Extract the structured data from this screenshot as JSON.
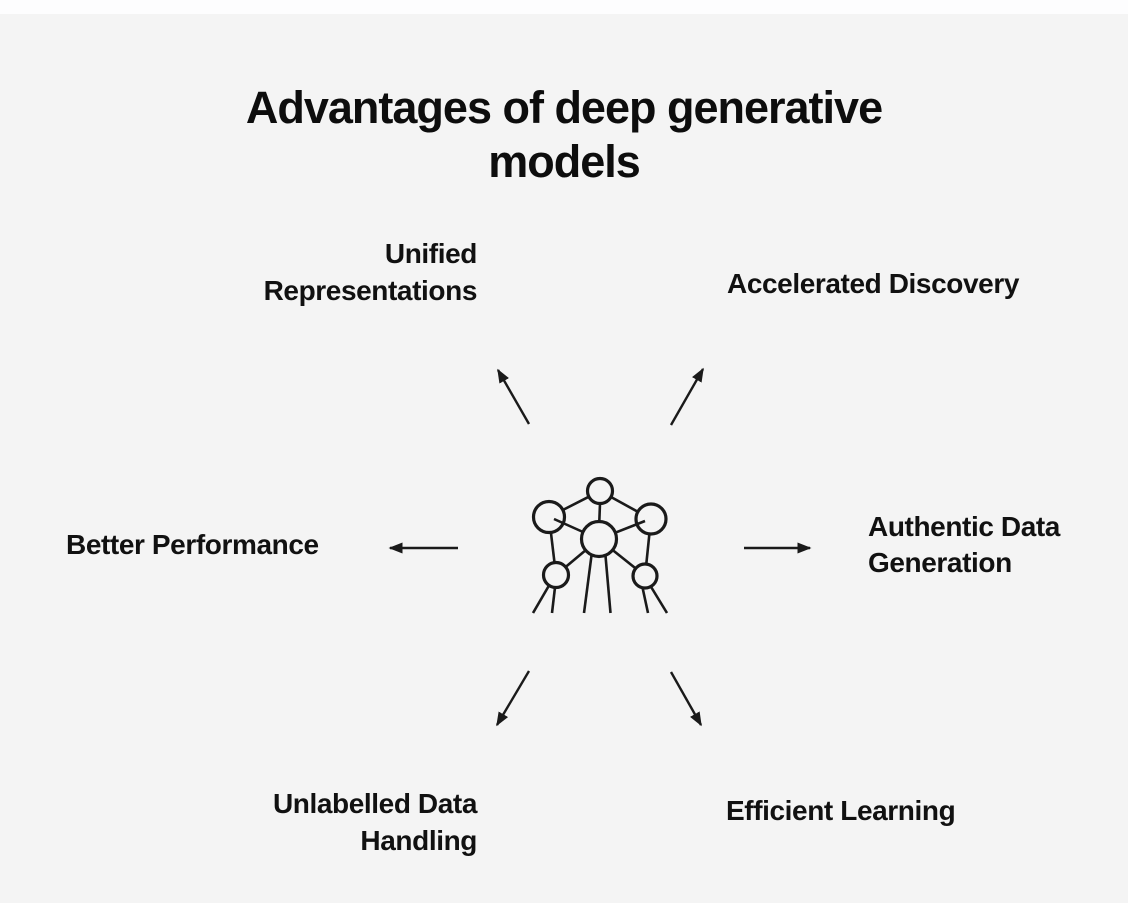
{
  "diagram": {
    "title": "Advantages of deep generative models",
    "title_lines": [
      "Advantages of deep generative",
      "models"
    ],
    "center_icon": "neural-network",
    "nodes": [
      {
        "id": "unified-representations",
        "label": "Unified Representations",
        "lines": [
          "Unified",
          "Representations"
        ],
        "position": "top-left"
      },
      {
        "id": "accelerated-discovery",
        "label": "Accelerated Discovery",
        "lines": [
          "Accelerated Discovery"
        ],
        "position": "top-right"
      },
      {
        "id": "better-performance",
        "label": "Better Performance",
        "lines": [
          "Better Performance"
        ],
        "position": "left"
      },
      {
        "id": "authentic-data-generation",
        "label": "Authentic Data Generation",
        "lines": [
          "Authentic Data",
          "Generation"
        ],
        "position": "right"
      },
      {
        "id": "unlabelled-data-handling",
        "label": "Unlabelled Data Handling",
        "lines": [
          "Unlabelled Data",
          "Handling"
        ],
        "position": "bottom-left"
      },
      {
        "id": "efficient-learning",
        "label": "Efficient Learning",
        "lines": [
          "Efficient Learning"
        ],
        "position": "bottom-right"
      }
    ],
    "colors": {
      "background": "#f4f4f4",
      "text": "#111111",
      "line": "#1a1a1a"
    }
  }
}
